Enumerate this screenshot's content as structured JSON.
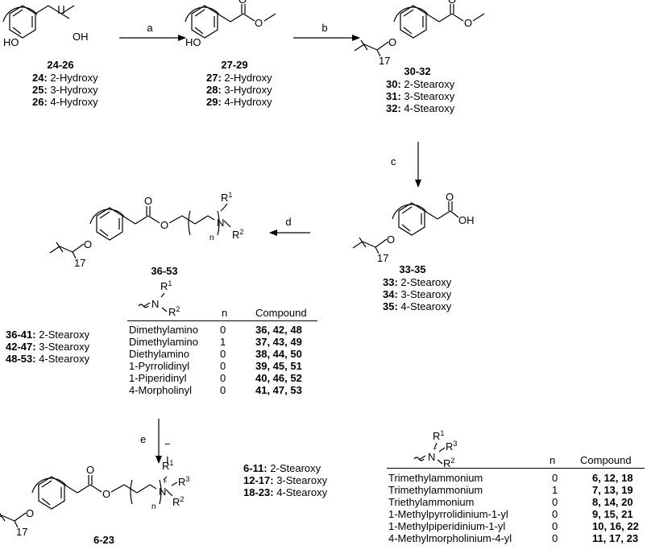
{
  "arrows": {
    "a": "a",
    "b": "b",
    "c": "c",
    "d": "d",
    "e": "e"
  },
  "atoms": {
    "HO": "HO",
    "OH": "OH",
    "O": "O",
    "N": "N",
    "I": "I",
    "minus": "−",
    "plus": "+",
    "R1": "R",
    "R2": "R",
    "R3": "R",
    "sup1": "1",
    "sup2": "2",
    "sup3": "3",
    "n": "n",
    "chain": "17"
  },
  "compounds": {
    "c24_26": {
      "id": "24-26",
      "items": [
        {
          "num": "24:",
          "label": "2-Hydroxy"
        },
        {
          "num": "25:",
          "label": "3-Hydroxy"
        },
        {
          "num": "26:",
          "label": "4-Hydroxy"
        }
      ]
    },
    "c27_29": {
      "id": "27-29",
      "items": [
        {
          "num": "27:",
          "label": "2-Hydroxy"
        },
        {
          "num": "28:",
          "label": "3-Hydroxy"
        },
        {
          "num": "29:",
          "label": "4-Hydroxy"
        }
      ]
    },
    "c30_32": {
      "id": "30-32",
      "items": [
        {
          "num": "30:",
          "label": "2-Stearoxy"
        },
        {
          "num": "31:",
          "label": "3-Stearoxy"
        },
        {
          "num": "32:",
          "label": "4-Stearoxy"
        }
      ]
    },
    "c33_35": {
      "id": "33-35",
      "items": [
        {
          "num": "33:",
          "label": "2-Stearoxy"
        },
        {
          "num": "34:",
          "label": "3-Stearoxy"
        },
        {
          "num": "35:",
          "label": "4-Stearoxy"
        }
      ]
    },
    "c36_53": {
      "id": "36-53",
      "items": [
        {
          "num": "36-41:",
          "label": "2-Stearoxy"
        },
        {
          "num": "42-47:",
          "label": "3-Stearoxy"
        },
        {
          "num": "48-53:",
          "label": "4-Stearoxy"
        }
      ]
    },
    "c6_23": {
      "id": "6-23",
      "items": [
        {
          "num": "6-11:",
          "label": "2-Stearoxy"
        },
        {
          "num": "12-17:",
          "label": "3-Stearoxy"
        },
        {
          "num": "18-23:",
          "label": "4-Stearoxy"
        }
      ]
    }
  },
  "amine_table": {
    "headers": {
      "n": "n",
      "compound": "Compound"
    },
    "rows": [
      {
        "group": "Dimethylamino",
        "n": "0",
        "compound": "36, 42, 48"
      },
      {
        "group": "Dimethylamino",
        "n": "1",
        "compound": "37, 43, 49"
      },
      {
        "group": "Diethylamino",
        "n": "0",
        "compound": "38, 44, 50"
      },
      {
        "group": "1-Pyrrolidinyl",
        "n": "0",
        "compound": "39, 45, 51"
      },
      {
        "group": "1-Piperidinyl",
        "n": "0",
        "compound": "40, 46, 52"
      },
      {
        "group": "4-Morpholinyl",
        "n": "0",
        "compound": "41, 47, 53"
      }
    ]
  },
  "ammonium_table": {
    "headers": {
      "n": "n",
      "compound": "Compound"
    },
    "rows": [
      {
        "group": "Trimethylammonium",
        "n": "0",
        "compound": "6, 12, 18"
      },
      {
        "group": "Trimethylammonium",
        "n": "1",
        "compound": "7, 13, 19"
      },
      {
        "group": "Triethylammonium",
        "n": "0",
        "compound": "8, 14, 20"
      },
      {
        "group": "1-Methylpyrrolidinium-1-yl",
        "n": "0",
        "compound": "9, 15, 21"
      },
      {
        "group": "1-Methylpiperidinium-1-yl",
        "n": "0",
        "compound": "10, 16, 22"
      },
      {
        "group": "4-Methylmorpholinium-4-yl",
        "n": "0",
        "compound": "11, 17, 23"
      }
    ]
  }
}
